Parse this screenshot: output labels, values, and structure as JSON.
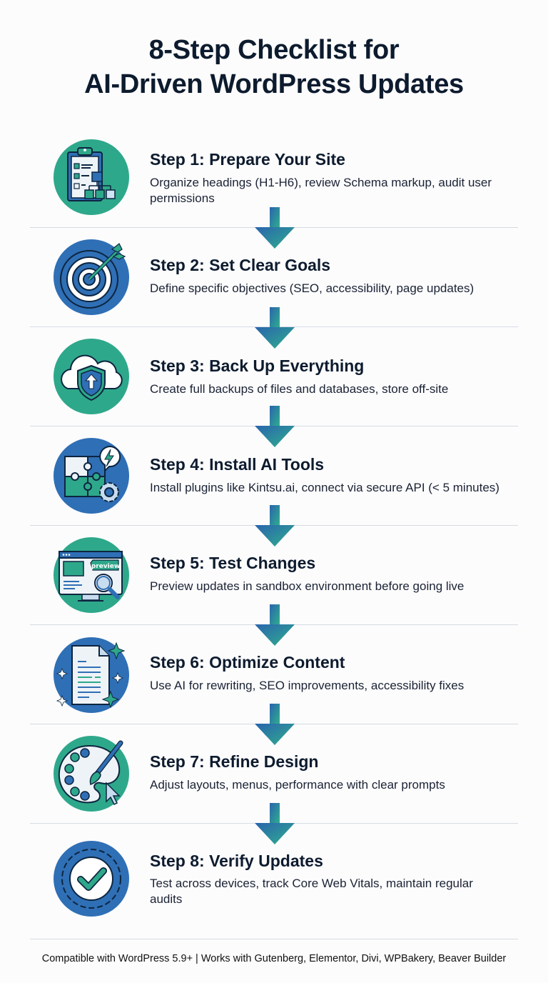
{
  "header": {
    "title_line1": "8-Step Checklist for",
    "title_line2": "AI-Driven WordPress Updates"
  },
  "colors": {
    "teal": "#2ea88a",
    "blue": "#2f6fb5",
    "navy": "#0d1b2e",
    "divider": "#d6dbe2"
  },
  "steps": [
    {
      "title": "Step 1: Prepare Your Site",
      "desc": "Organize headings (H1-H6), review Schema markup, audit user permissions",
      "icon": "clipboard-checklist-icon",
      "circle": "teal"
    },
    {
      "title": "Step 2: Set Clear Goals",
      "desc": "Define specific objectives (SEO, accessibility, page updates)",
      "icon": "target-arrow-icon",
      "circle": "blue"
    },
    {
      "title": "Step 3: Back Up Everything",
      "desc": "Create full backups of files and databases, store off-site",
      "icon": "cloud-shield-icon",
      "circle": "teal"
    },
    {
      "title": "Step 4: Install AI Tools",
      "desc": "Install plugins like Kintsu.ai, connect via secure API (< 5 minutes)",
      "icon": "puzzle-gear-icon",
      "circle": "blue"
    },
    {
      "title": "Step 5: Test Changes",
      "desc": "Preview updates in sandbox environment before going live",
      "icon": "monitor-preview-icon",
      "circle": "teal",
      "icon_label": "preview"
    },
    {
      "title": "Step 6: Optimize Content",
      "desc": "Use AI for rewriting, SEO improvements, accessibility fixes",
      "icon": "document-sparkle-icon",
      "circle": "blue"
    },
    {
      "title": "Step 7: Refine Design",
      "desc": "Adjust layouts, menus, performance with clear prompts",
      "icon": "palette-brush-icon",
      "circle": "teal"
    },
    {
      "title": "Step 8: Verify Updates",
      "desc": "Test across devices, track Core Web Vitals, maintain regular audits",
      "icon": "verified-badge-icon",
      "circle": "blue"
    }
  ],
  "footer": {
    "text": "Compatible with WordPress 5.9+ | Works with Gutenberg, Elementor, Divi, WPBakery, Beaver Builder"
  }
}
